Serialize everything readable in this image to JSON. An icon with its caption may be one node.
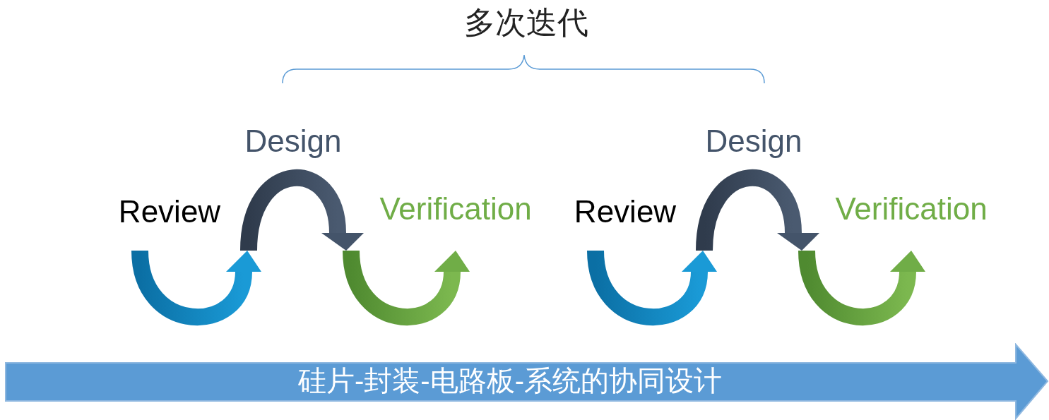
{
  "diagram": {
    "nodes": [
      {
        "text": [
          "硅片-封装-电路板-系统的协同设计"
        ]
      }
    ],
    "labels": [
      "多次迭代",
      "Design",
      "Design",
      "Review",
      "Verification",
      "Review",
      "Verification"
    ]
  }
}
